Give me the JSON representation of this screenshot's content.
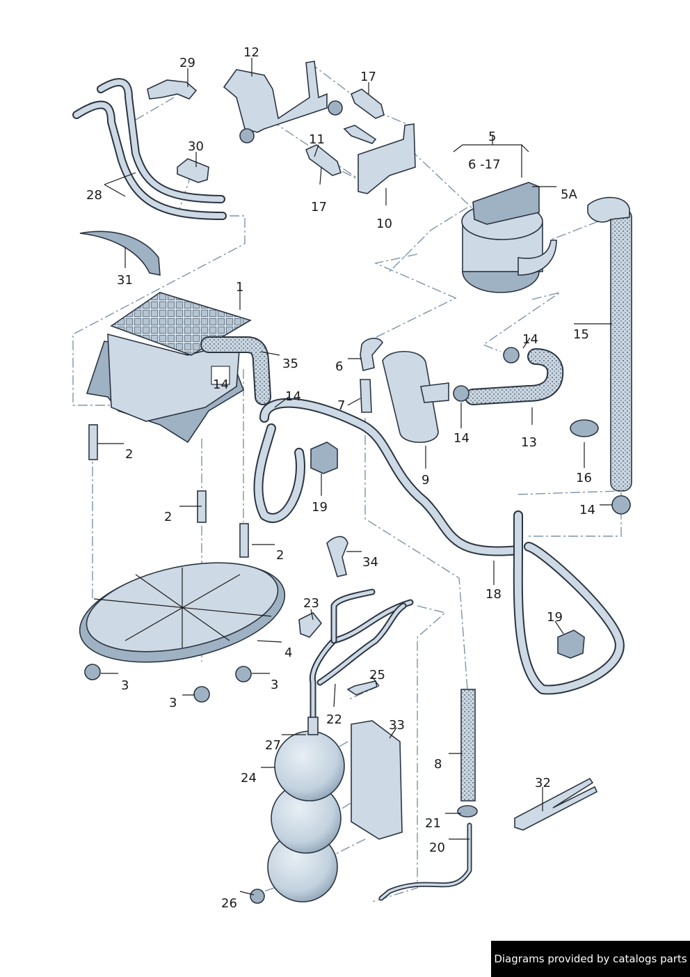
{
  "labels": [
    {
      "id": "l29",
      "text": "29"
    },
    {
      "id": "l12",
      "text": "12"
    },
    {
      "id": "l17a",
      "text": "17"
    },
    {
      "id": "l30",
      "text": "30"
    },
    {
      "id": "l11",
      "text": "11"
    },
    {
      "id": "l5",
      "text": "5"
    },
    {
      "id": "l6_17",
      "text": "6 -17"
    },
    {
      "id": "l28",
      "text": "28"
    },
    {
      "id": "l17b",
      "text": "17"
    },
    {
      "id": "l5A",
      "text": "5A"
    },
    {
      "id": "l10",
      "text": "10"
    },
    {
      "id": "l31",
      "text": "31"
    },
    {
      "id": "l1",
      "text": "1"
    },
    {
      "id": "l14a",
      "text": "14"
    },
    {
      "id": "l15",
      "text": "15"
    },
    {
      "id": "l35",
      "text": "35"
    },
    {
      "id": "l6",
      "text": "6"
    },
    {
      "id": "l14b",
      "text": "14"
    },
    {
      "id": "l14c",
      "text": "14"
    },
    {
      "id": "l7",
      "text": "7"
    },
    {
      "id": "l14d",
      "text": "14"
    },
    {
      "id": "l13",
      "text": "13"
    },
    {
      "id": "l2a",
      "text": "2"
    },
    {
      "id": "l16",
      "text": "16"
    },
    {
      "id": "l9",
      "text": "9"
    },
    {
      "id": "l19a",
      "text": "19"
    },
    {
      "id": "l14e",
      "text": "14"
    },
    {
      "id": "l2b",
      "text": "2"
    },
    {
      "id": "l2c",
      "text": "2"
    },
    {
      "id": "l34",
      "text": "34"
    },
    {
      "id": "l18",
      "text": "18"
    },
    {
      "id": "l23",
      "text": "23"
    },
    {
      "id": "l19b",
      "text": "19"
    },
    {
      "id": "l4",
      "text": "4"
    },
    {
      "id": "l25",
      "text": "25"
    },
    {
      "id": "l3a",
      "text": "3"
    },
    {
      "id": "l3b",
      "text": "3"
    },
    {
      "id": "l3c",
      "text": "3"
    },
    {
      "id": "l22",
      "text": "22"
    },
    {
      "id": "l33",
      "text": "33"
    },
    {
      "id": "l27",
      "text": "27"
    },
    {
      "id": "l8",
      "text": "8"
    },
    {
      "id": "l24",
      "text": "24"
    },
    {
      "id": "l32",
      "text": "32"
    },
    {
      "id": "l21",
      "text": "21"
    },
    {
      "id": "l20",
      "text": "20"
    },
    {
      "id": "l26",
      "text": "26"
    }
  ],
  "footer": {
    "text": "Diagrams provided by catalogs parts"
  },
  "colors": {
    "part_fill": "#cdd9e4",
    "part_shadow": "#9fb2c4",
    "outline": "#2a3440",
    "dash": "#7b93a8",
    "footer_bg": "#000000"
  }
}
